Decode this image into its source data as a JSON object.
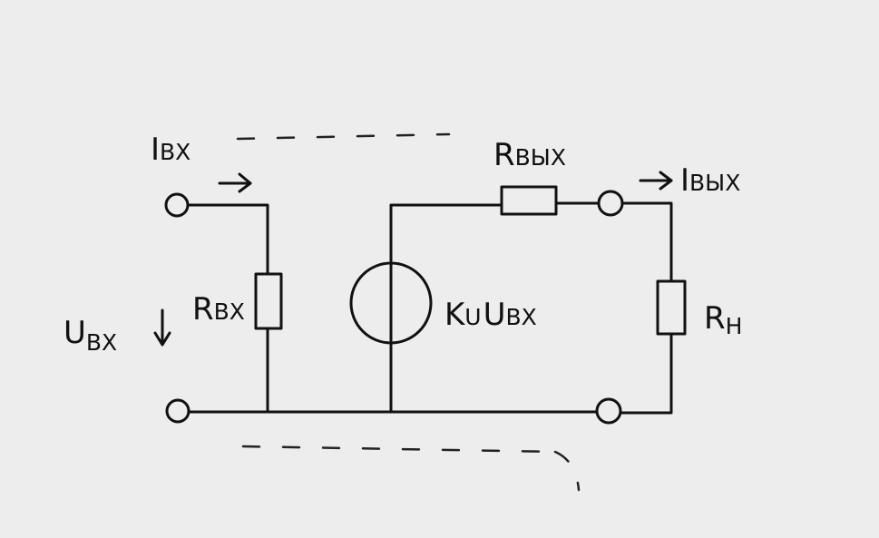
{
  "labels": {
    "input_current": {
      "main": "I",
      "sub": "ВХ"
    },
    "input_voltage": {
      "main": "U",
      "sub": "ВХ"
    },
    "input_resistor": {
      "main": "R",
      "sub": "ВХ"
    },
    "output_resistor": {
      "main": "R",
      "sub": "ВЫХ"
    },
    "output_current": {
      "main": "I",
      "sub": "ВЫХ"
    },
    "source": {
      "coef": "K",
      "coef_sub": "U",
      "main": "U",
      "sub": "ВХ"
    },
    "load_resistor": {
      "main": "R",
      "sub": "Н"
    }
  },
  "colors": {
    "ink": "#111111",
    "paper": "#ededed"
  }
}
